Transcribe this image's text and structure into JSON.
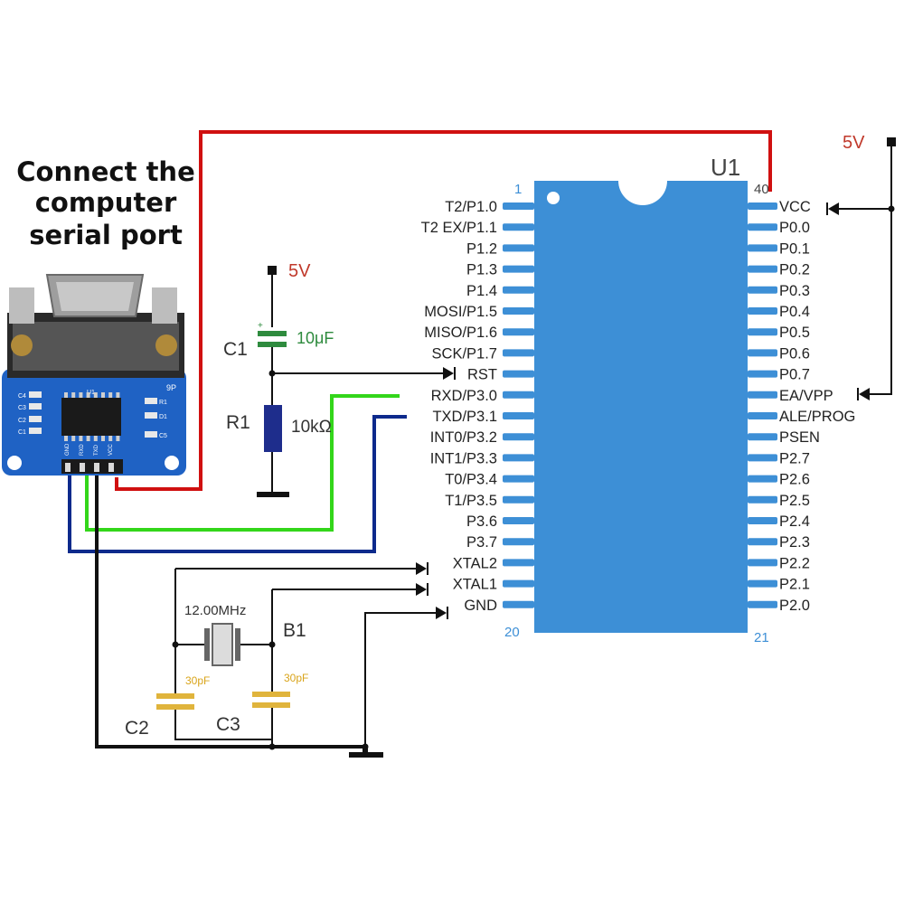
{
  "heading": {
    "lines": [
      "Connect the",
      "computer",
      "serial port"
    ]
  },
  "chip": {
    "ref": "U1",
    "pin_first": "1",
    "pin_last": "40",
    "pin_bottom_left": "20",
    "pin_bottom_right": "21",
    "left_pins": [
      "T2/P1.0",
      "T2 EX/P1.1",
      "P1.2",
      "P1.3",
      "P1.4",
      "MOSI/P1.5",
      "MISO/P1.6",
      "SCK/P1.7",
      "RST",
      "RXD/P3.0",
      "TXD/P3.1",
      "INT0/P3.2",
      "INT1/P3.3",
      "T0/P3.4",
      "T1/P3.5",
      "P3.6",
      "P3.7",
      "XTAL2",
      "XTAL1",
      "GND"
    ],
    "right_pins": [
      "VCC",
      "P0.0",
      "P0.1",
      "P0.2",
      "P0.3",
      "P0.4",
      "P0.5",
      "P0.6",
      "P0.7",
      "EA/VPP",
      "ALE/PROG",
      "PSEN",
      "P2.7",
      "P2.6",
      "P2.5",
      "P2.4",
      "P2.3",
      "P2.2",
      "P2.1",
      "P2.0"
    ]
  },
  "power_left": "5V",
  "power_right": "5V",
  "c1": {
    "ref": "C1",
    "value": "10μF"
  },
  "r1": {
    "ref": "R1",
    "value": "10kΩ"
  },
  "crystal": {
    "ref": "B1",
    "value": "12.00MHz"
  },
  "c2": {
    "ref": "C2",
    "value": "30pF"
  },
  "c3": {
    "ref": "C3",
    "value": "30pF"
  },
  "module": {
    "ic_label": "U1",
    "connector_label": "9P",
    "pins": [
      "GND",
      "RXD",
      "TXD",
      "VCC"
    ],
    "silk": [
      "C4",
      "C3",
      "C2",
      "C1",
      "R1",
      "D1",
      "C5"
    ]
  },
  "colors": {
    "chip": "#3d8fd6",
    "vcc_wire": "#d01010",
    "rxd_wire": "#33d61a",
    "txd_wire": "#0d2a8c",
    "board": "#1f62c4",
    "c1_text": "#2e8b3e",
    "pf_text": "#d9a41a",
    "cap_body": "#e0b43c"
  }
}
